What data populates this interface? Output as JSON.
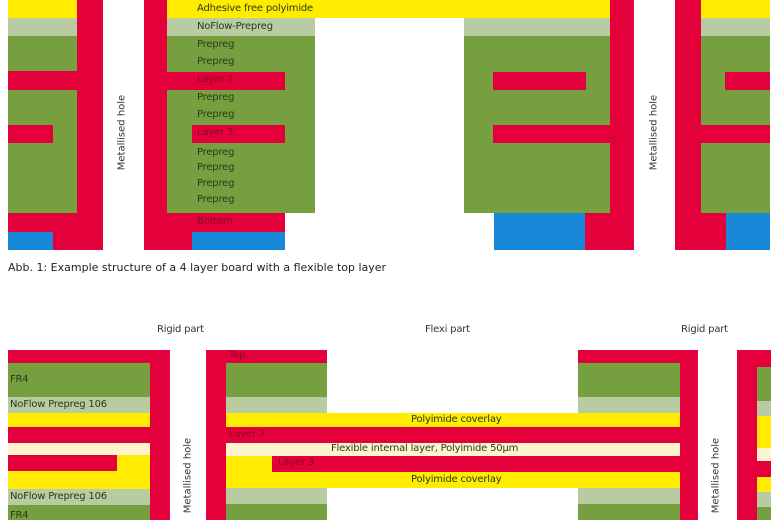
{
  "colors": {
    "copper": "#e4003a",
    "fr4_prepreg": "#76a040",
    "noflow_prepreg": "#b9cba0",
    "polyimide": "#ffec00",
    "flex_core": "#fdf3cf",
    "solder": "#1a88d8"
  },
  "figure1": {
    "layers": {
      "adhesive_free_polyimide": "Adhesive free polyimide",
      "noflow_prepreg": "NoFlow-Prepreg",
      "prepreg": "Prepreg",
      "layer2": "Layer 2",
      "layer3": "Layer 3",
      "bottom": "Bottom"
    },
    "hole_label": "Metallised hole",
    "caption": "Abb. 1: Example structure of a 4 layer board with a flexible top layer"
  },
  "figure2": {
    "rigid_left": "Rigid part",
    "flexi": "Flexi part",
    "rigid_right": "Rigid part",
    "layers": {
      "top": "Top",
      "fr4": "FR4",
      "noflow_prepreg_106": "NoFlow Prepreg 106",
      "polyimide_coverlay": "Polyimide coverlay",
      "layer2": "Layer 2",
      "flexible_internal": "Flexible internal layer, Polyimide 50µm",
      "layer3": "Layer 3"
    },
    "hole_label": "Metallised hole"
  }
}
